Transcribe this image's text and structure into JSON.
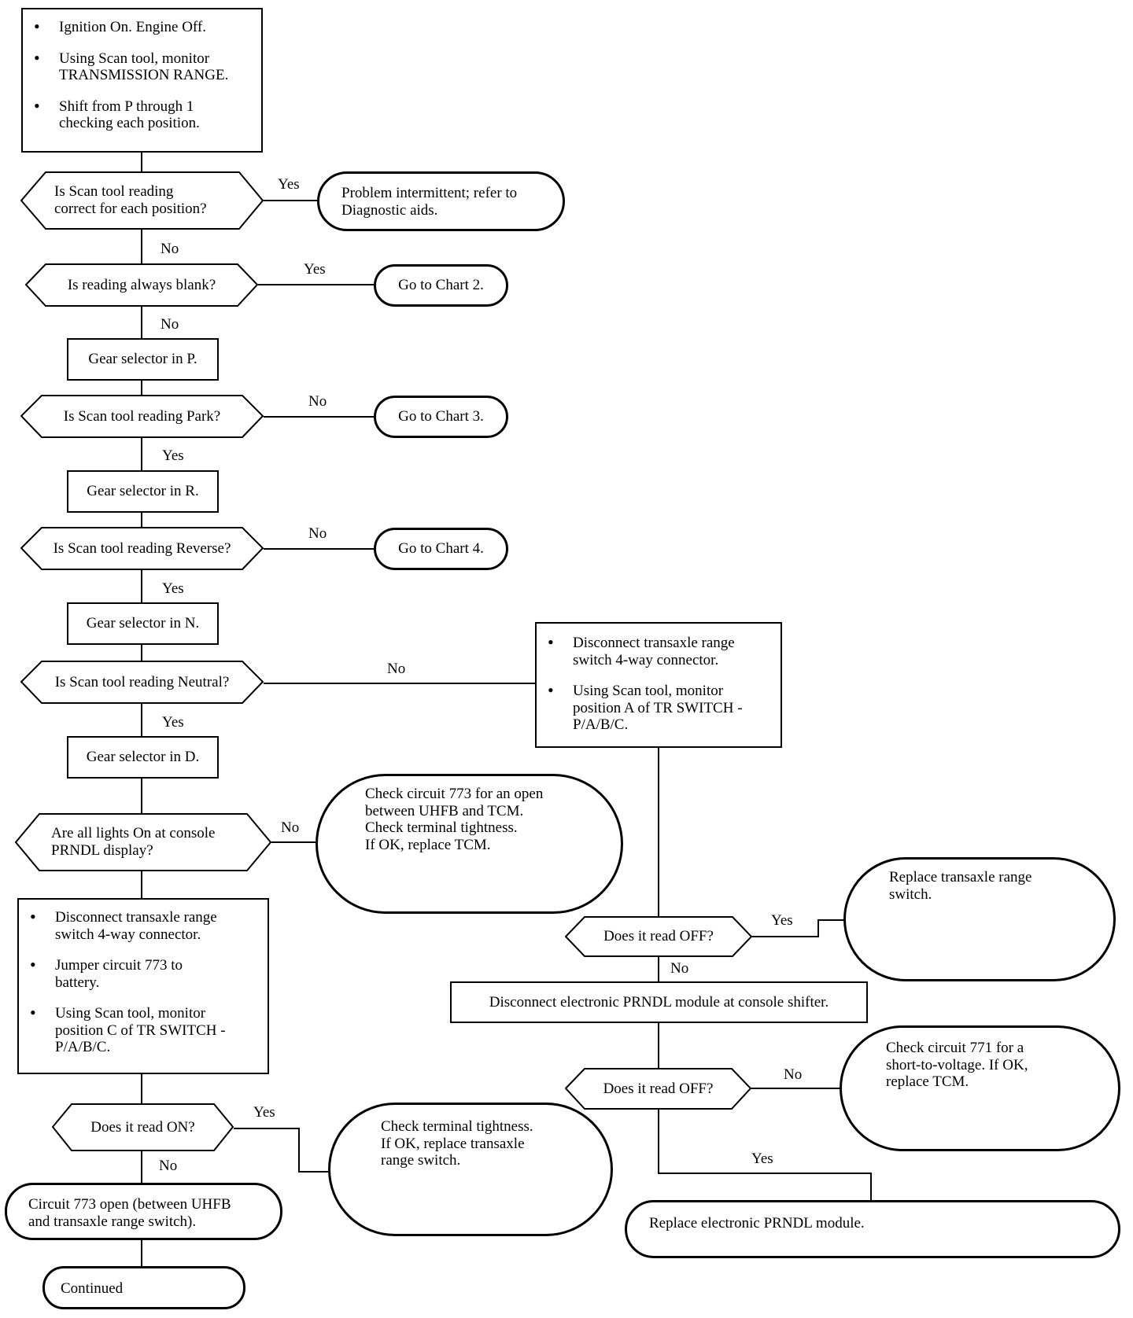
{
  "start": {
    "steps": [
      "Ignition On. Engine Off.",
      "Using Scan tool, monitor\nTRANSMISSION RANGE.",
      "Shift from P through 1\nchecking each position."
    ]
  },
  "q_each_position": "Is Scan tool reading\ncorrect for each position?",
  "r_intermittent": "Problem intermittent; refer to\nDiagnostic aids.",
  "q_blank": "Is reading always blank?",
  "r_chart2": "Go to Chart 2.",
  "s_gear_p": "Gear selector in P.",
  "q_park": "Is Scan tool reading Park?",
  "r_chart3": "Go to Chart 3.",
  "s_gear_r": "Gear selector in R.",
  "q_reverse": "Is Scan tool reading Reverse?",
  "r_chart4": "Go to Chart 4.",
  "s_gear_n": "Gear selector in N.",
  "q_neutral": "Is Scan tool reading Neutral?",
  "neutral_steps": {
    "steps": [
      "Disconnect transaxle range\nswitch 4-way connector.",
      "Using Scan tool, monitor\nposition A of TR SWITCH -\nP/A/B/C."
    ]
  },
  "s_gear_d": "Gear selector in D.",
  "q_lights": "Are all lights On at console\nPRNDL display?",
  "r_check773": "Check circuit 773 for an open\nbetween UHFB and TCM.\nCheck terminal tightness.\nIf OK, replace TCM.",
  "jumper_steps": {
    "steps": [
      "Disconnect transaxle range\nswitch 4-way connector.",
      "Jumper circuit 773 to\nbattery.",
      "Using Scan tool, monitor\nposition C of TR SWITCH -\nP/A/B/C."
    ]
  },
  "q_read_on": "Does it read ON?",
  "r_terminal": "Check terminal tightness.\nIf OK, replace transaxle\nrange switch.",
  "r_circuit773_open": "Circuit 773 open (between UHFB\nand transaxle range switch).",
  "r_continued": "Continued",
  "q_off_1": "Does it read OFF?",
  "r_replace_switch": "Replace transaxle range\nswitch.",
  "s_disconnect_prndl": "Disconnect electronic PRNDL module at console shifter.",
  "q_off_2": "Does it read OFF?",
  "r_check771": "Check circuit 771 for a\nshort-to-voltage. If OK,\nreplace TCM.",
  "r_replace_prndl": "Replace electronic PRNDL module.",
  "labels": {
    "yes": "Yes",
    "no": "No"
  }
}
